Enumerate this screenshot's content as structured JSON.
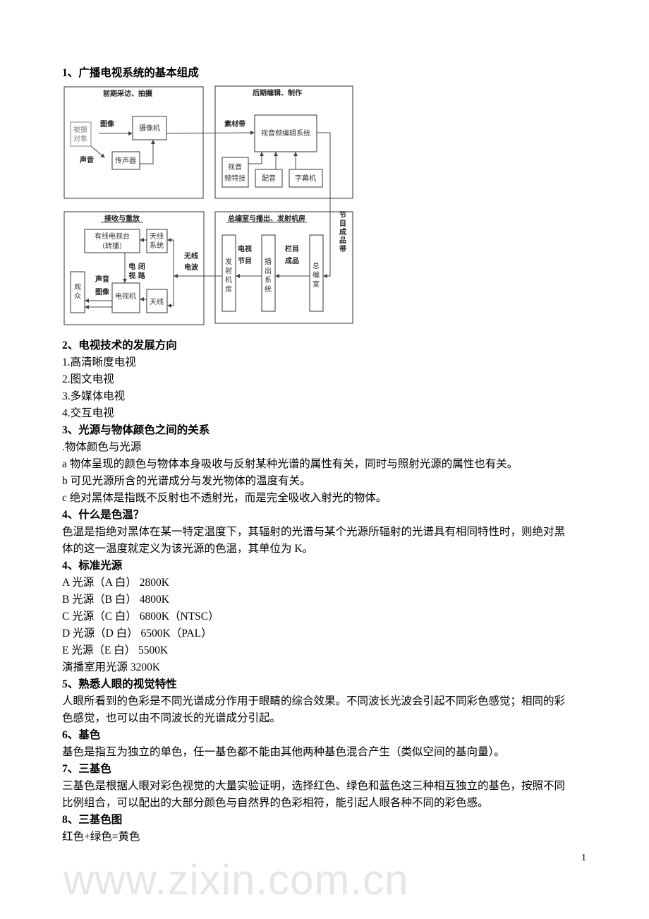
{
  "watermark": "www.zixin.com.cn",
  "page_number": "1",
  "diagram": {
    "top_left_title": "前期采访、拍摄",
    "top_right_title": "后期编辑、制作",
    "bottom_left_title": "接收与重放",
    "bottom_right_title": "总编室与播出、发射机房",
    "subject": [
      "被摄",
      "对象"
    ],
    "image_label": "图像",
    "sound_label": "声音",
    "camera": "摄像机",
    "microphone": "传声器",
    "material_tape": "素材带",
    "editing_system": "视音频编辑系统",
    "effects": [
      "视音",
      "频特技"
    ],
    "dubbing": "配音",
    "caption": "字幕机",
    "program_tape": [
      "节",
      "目",
      "成",
      "品",
      "带"
    ],
    "chief_editor": [
      "总",
      "编",
      "室"
    ],
    "broadcast_system": [
      "播",
      "出",
      "系",
      "统"
    ],
    "transmitter": [
      "发",
      "射",
      "机",
      "房"
    ],
    "column_product": [
      "栏目",
      "成品"
    ],
    "tv_program": [
      "电视",
      "节目"
    ],
    "radio_wave": [
      "无线",
      "电波"
    ],
    "antenna_system": [
      "天线",
      "系统"
    ],
    "cable_station": [
      "有线电视台",
      "（转播）"
    ],
    "antenna": "天线",
    "tv_set": "电视机",
    "closed_circuit": [
      "电 闭",
      "视 路"
    ],
    "sound2": "声音",
    "image2": "图像",
    "audience": [
      "观",
      "众"
    ]
  },
  "lines": [
    {
      "text": "1、广播电视系统的基本组成",
      "bold": true
    },
    {
      "text": "2、电视技术的发展方向",
      "bold": true
    },
    {
      "text": "1.高清晰度电视"
    },
    {
      "text": "2.图文电视"
    },
    {
      "text": "3.多媒体电视"
    },
    {
      "text": "4.交互电视"
    },
    {
      "text": "3、光源与物体颜色之间的关系",
      "bold": true
    },
    {
      "text": ".物体颜色与光源"
    },
    {
      "text": "a 物体呈现的颜色与物体本身吸收与反射某种光谱的属性有关，同时与照射光源的属性也有关。"
    },
    {
      "text": "b 可见光源所含的光谱成分与发光物体的温度有关。"
    },
    {
      "text": "c 绝对黑体是指既不反射也不透射光，而是完全吸收入射光的物体。"
    },
    {
      "text": "4、什么是色温？",
      "bold": true
    },
    {
      "text": "色温是指绝对黑体在某一特定温度下，其辐射的光谱与某个光源所辐射的光谱具有相同特性时，则绝对黑"
    },
    {
      "text": "体的这一温度就定义为该光源的色温，其单位为 K。"
    },
    {
      "text": "4、标准光源",
      "bold": true
    },
    {
      "text": "A 光源（A 白）  2800K"
    },
    {
      "text": "B 光源（B 白）  4800K"
    },
    {
      "text": "C 光源（C 白）  6800K（NTSC）"
    },
    {
      "text": "D 光源（D 白）  6500K（PAL）"
    },
    {
      "text": "E 光源（E 白）  5500K"
    },
    {
      "text": "演播室用光源  3200K"
    },
    {
      "text": "5、熟悉人眼的视觉特性",
      "bold": true
    },
    {
      "text": "人眼所看到的色彩是不同光谱成分作用于眼睛的综合效果。不同波长光波会引起不同彩色感觉；相同的彩"
    },
    {
      "text": "色感觉，也可以由不同波长的光谱成分引起。"
    },
    {
      "text": "6、基色",
      "bold": true
    },
    {
      "text": "基色是指互为独立的单色，任一基色都不能由其他两种基色混合产生（类似空间的基向量）。"
    },
    {
      "text": "7、三基色",
      "bold": true
    },
    {
      "text": "三基色是根据人眼对彩色视觉的大量实验证明，选择红色、绿色和蓝色这三种相互独立的基色，按照不同"
    },
    {
      "text": "比例组合，可以配出的大部分颜色与自然界的色彩相符，能引起人眼各种不同的彩色感。"
    },
    {
      "text": "8、三基色图",
      "bold": true
    },
    {
      "text": "红色+绿色=黄色"
    }
  ]
}
